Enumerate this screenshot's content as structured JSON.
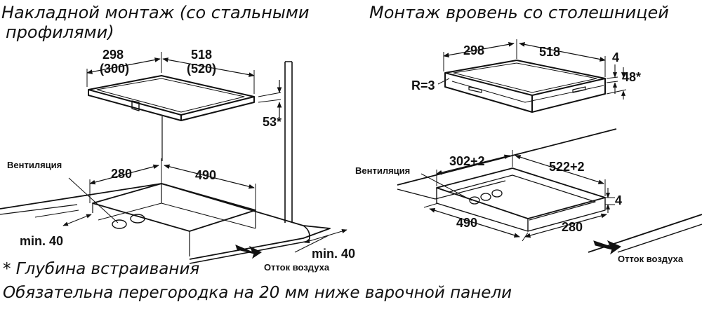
{
  "headings": {
    "surface_mount_line1": "Накладной монтаж (со стальными",
    "surface_mount_line2": "профилями)",
    "flush_mount": "Монтаж вровень со столешницей"
  },
  "surface_mount": {
    "width_a": "298",
    "width_a_alt": "(300)",
    "width_b": "518",
    "width_b_alt": "(520)",
    "depth": "53*",
    "ventilation": "Вентиляция",
    "cutout_a": "280",
    "cutout_b": "490",
    "min_left": "min. 40",
    "min_right": "min. 40",
    "air_outlet": "Отток воздуха"
  },
  "flush_mount": {
    "width_a": "298",
    "width_b": "518",
    "radius": "R=3",
    "thickness": "4",
    "depth": "48*",
    "ventilation": "Вентиляция",
    "cutout_a": "302+2",
    "cutout_b": "522+2",
    "rebate": "4",
    "inner_a": "490",
    "inner_b": "280",
    "air_outlet": "Отток воздуха"
  },
  "footnotes": {
    "depth_note": "* Глубина встраивания",
    "partition_note": "Обязательна перегородка на 20 мм ниже варочной панели"
  }
}
